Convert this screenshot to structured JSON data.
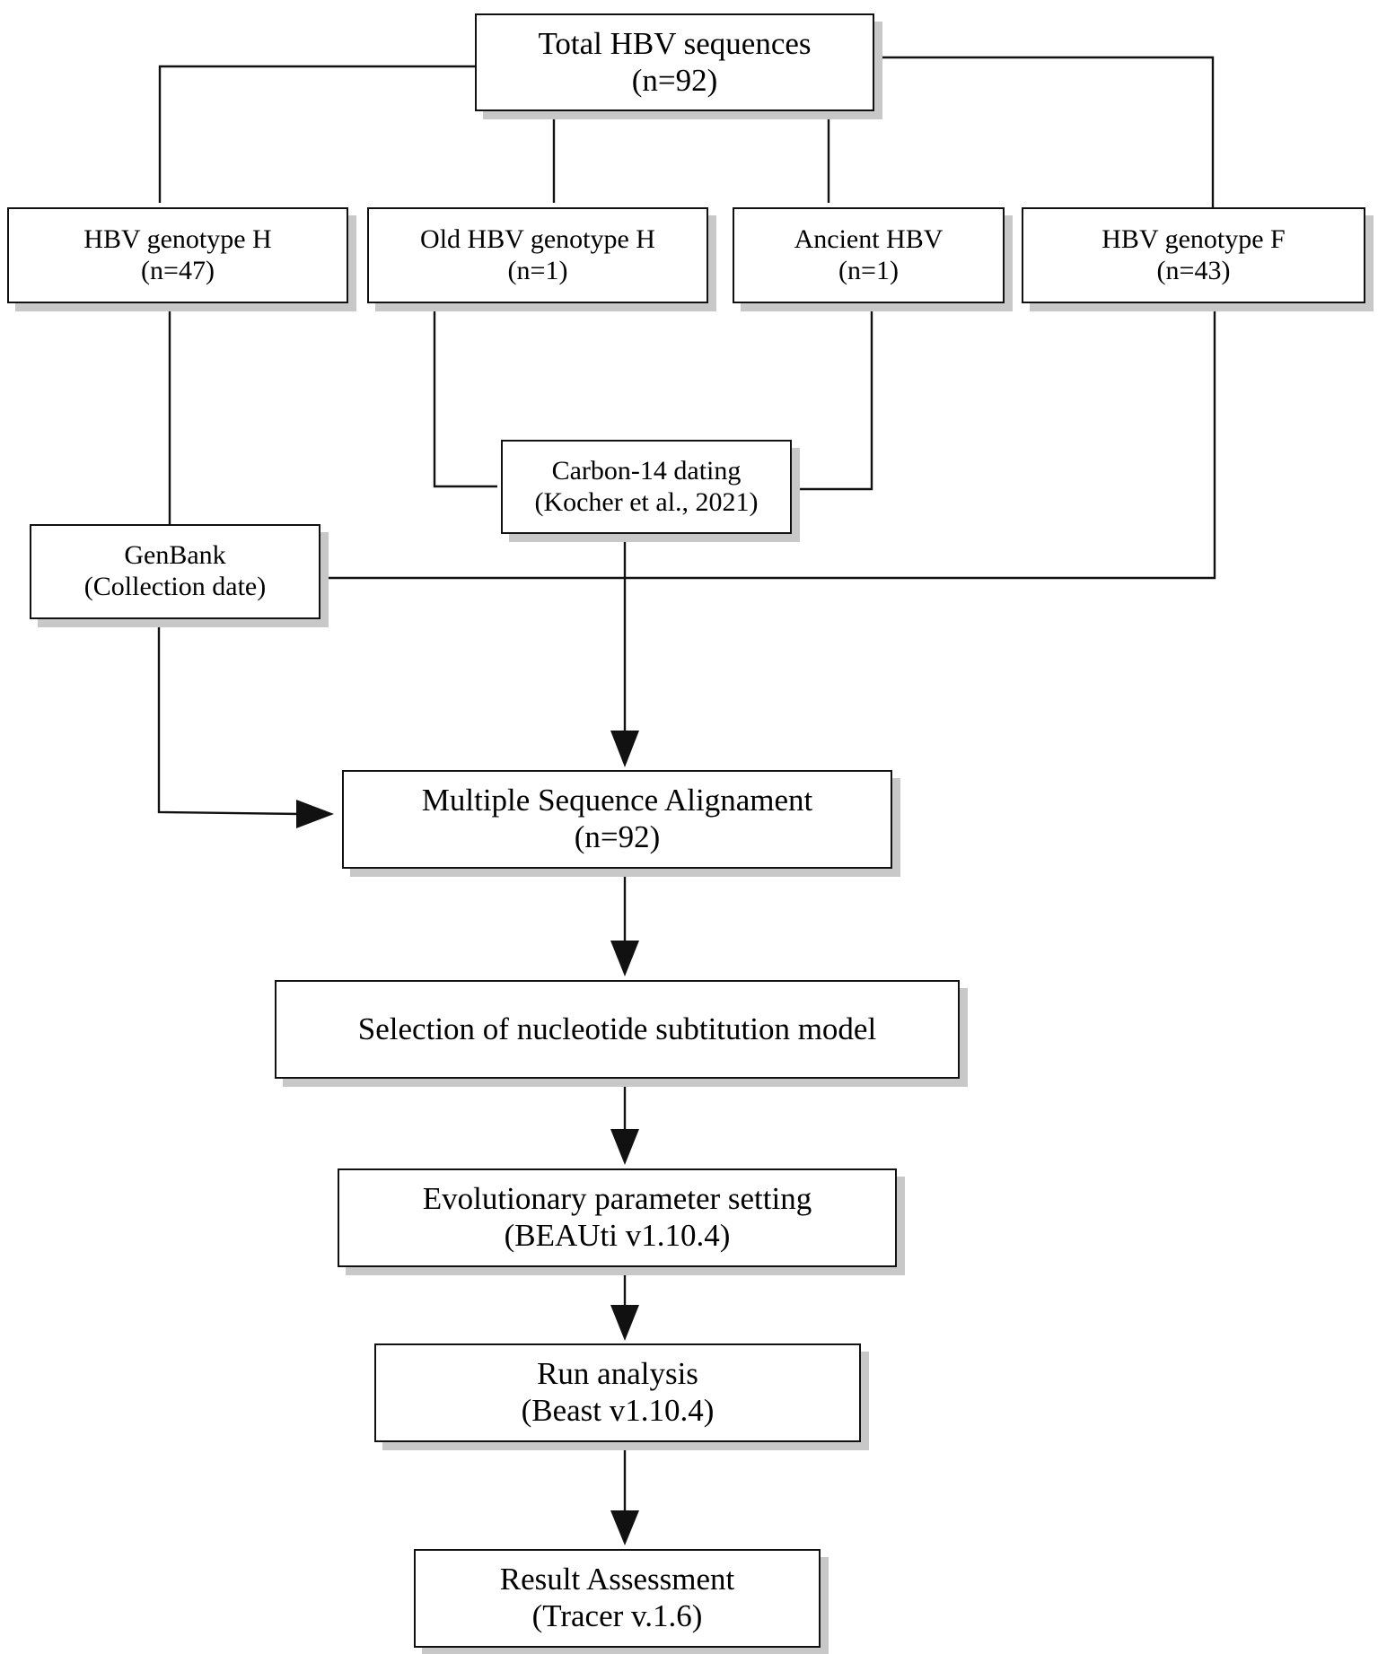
{
  "boxes": {
    "total": {
      "line1": "Total HBV sequences",
      "line2": "(n=92)"
    },
    "h": {
      "line1": "HBV genotype H",
      "line2": "(n=47)"
    },
    "old_h": {
      "line1": "Old HBV genotype H",
      "line2": "(n=1)"
    },
    "ancient": {
      "line1": "Ancient HBV",
      "line2": "(n=1)"
    },
    "f": {
      "line1": "HBV genotype F",
      "line2": "(n=43)"
    },
    "carbon": {
      "line1": "Carbon-14 dating",
      "line2": "(Kocher et al., 2021)"
    },
    "genbank": {
      "line1": "GenBank",
      "line2": "(Collection date)"
    },
    "msa": {
      "line1": "Multiple Sequence Alignament",
      "line2": "(n=92)"
    },
    "model": {
      "line1": "Selection of nucleotide subtitution model"
    },
    "evo": {
      "line1": "Evolutionary parameter setting",
      "line2": "(BEAUti v1.10.4)"
    },
    "run": {
      "line1": "Run analysis",
      "line2": "(Beast v1.10.4)"
    },
    "result": {
      "line1": "Result Assessment",
      "line2": "(Tracer v.1.6)"
    }
  }
}
